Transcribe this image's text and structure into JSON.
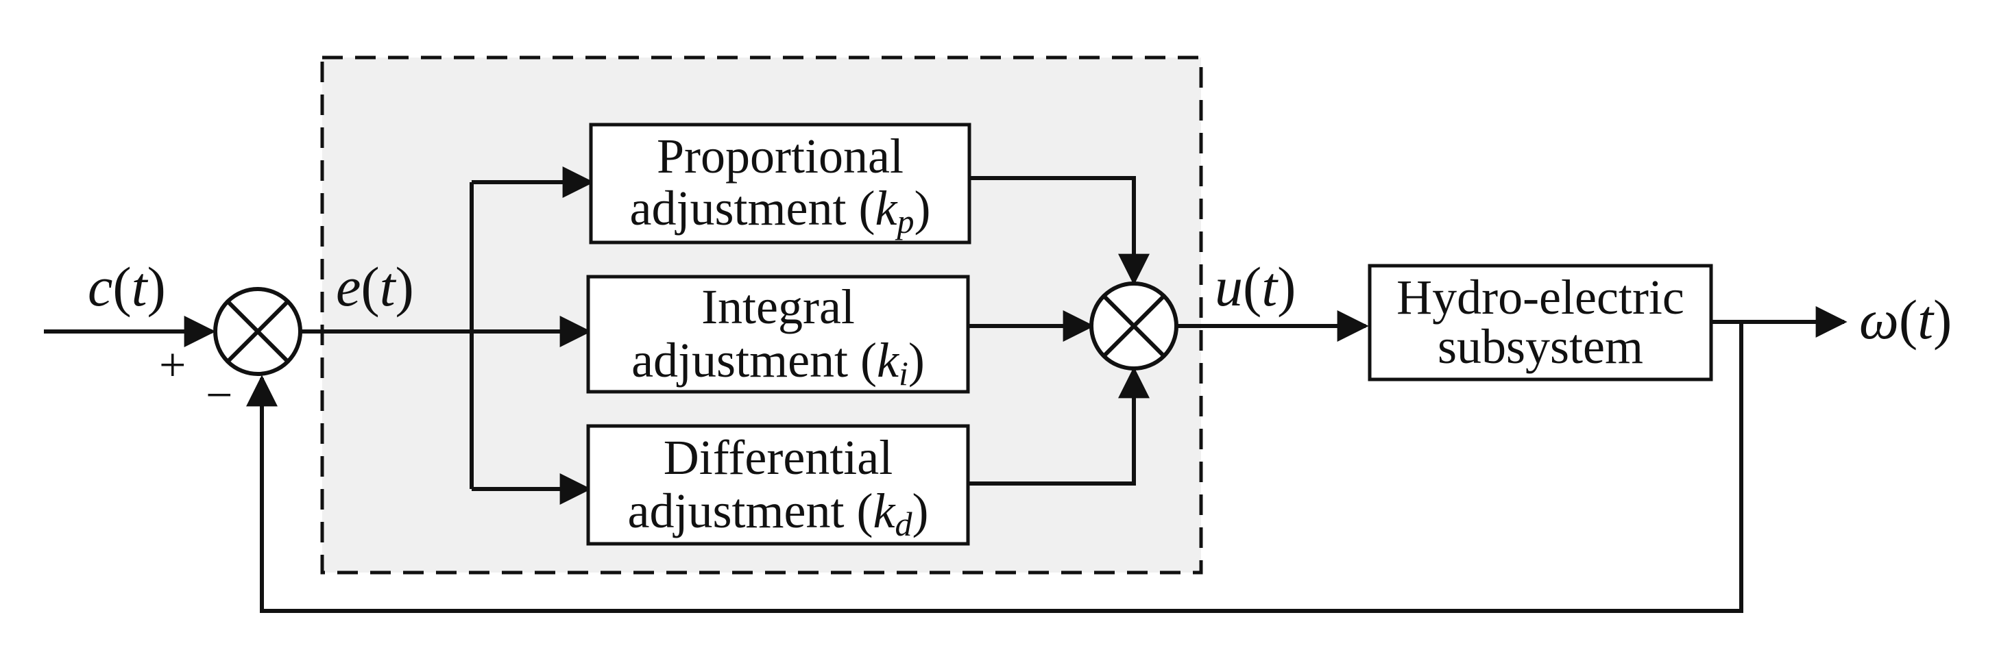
{
  "signals": {
    "input": {
      "name": "c",
      "arg": "t"
    },
    "error": {
      "name": "e",
      "arg": "t"
    },
    "control": {
      "name": "u",
      "arg": "t"
    },
    "output": {
      "name": "ω",
      "arg": "t"
    }
  },
  "signs": {
    "plus": "+",
    "minus": "−"
  },
  "blocks": {
    "proportional": {
      "line1": "Proportional",
      "line2": "adjustment (",
      "gain_base": "k",
      "gain_sub": "p",
      "close": ")"
    },
    "integral": {
      "line1": "Integral",
      "line2": "adjustment (",
      "gain_base": "k",
      "gain_sub": "i",
      "close": ")"
    },
    "differential": {
      "line1": "Differential",
      "line2": "adjustment (",
      "gain_base": "k",
      "gain_sub": "d",
      "close": ")"
    },
    "plant": {
      "line1": "Hydro-electric",
      "line2": "subsystem"
    }
  }
}
